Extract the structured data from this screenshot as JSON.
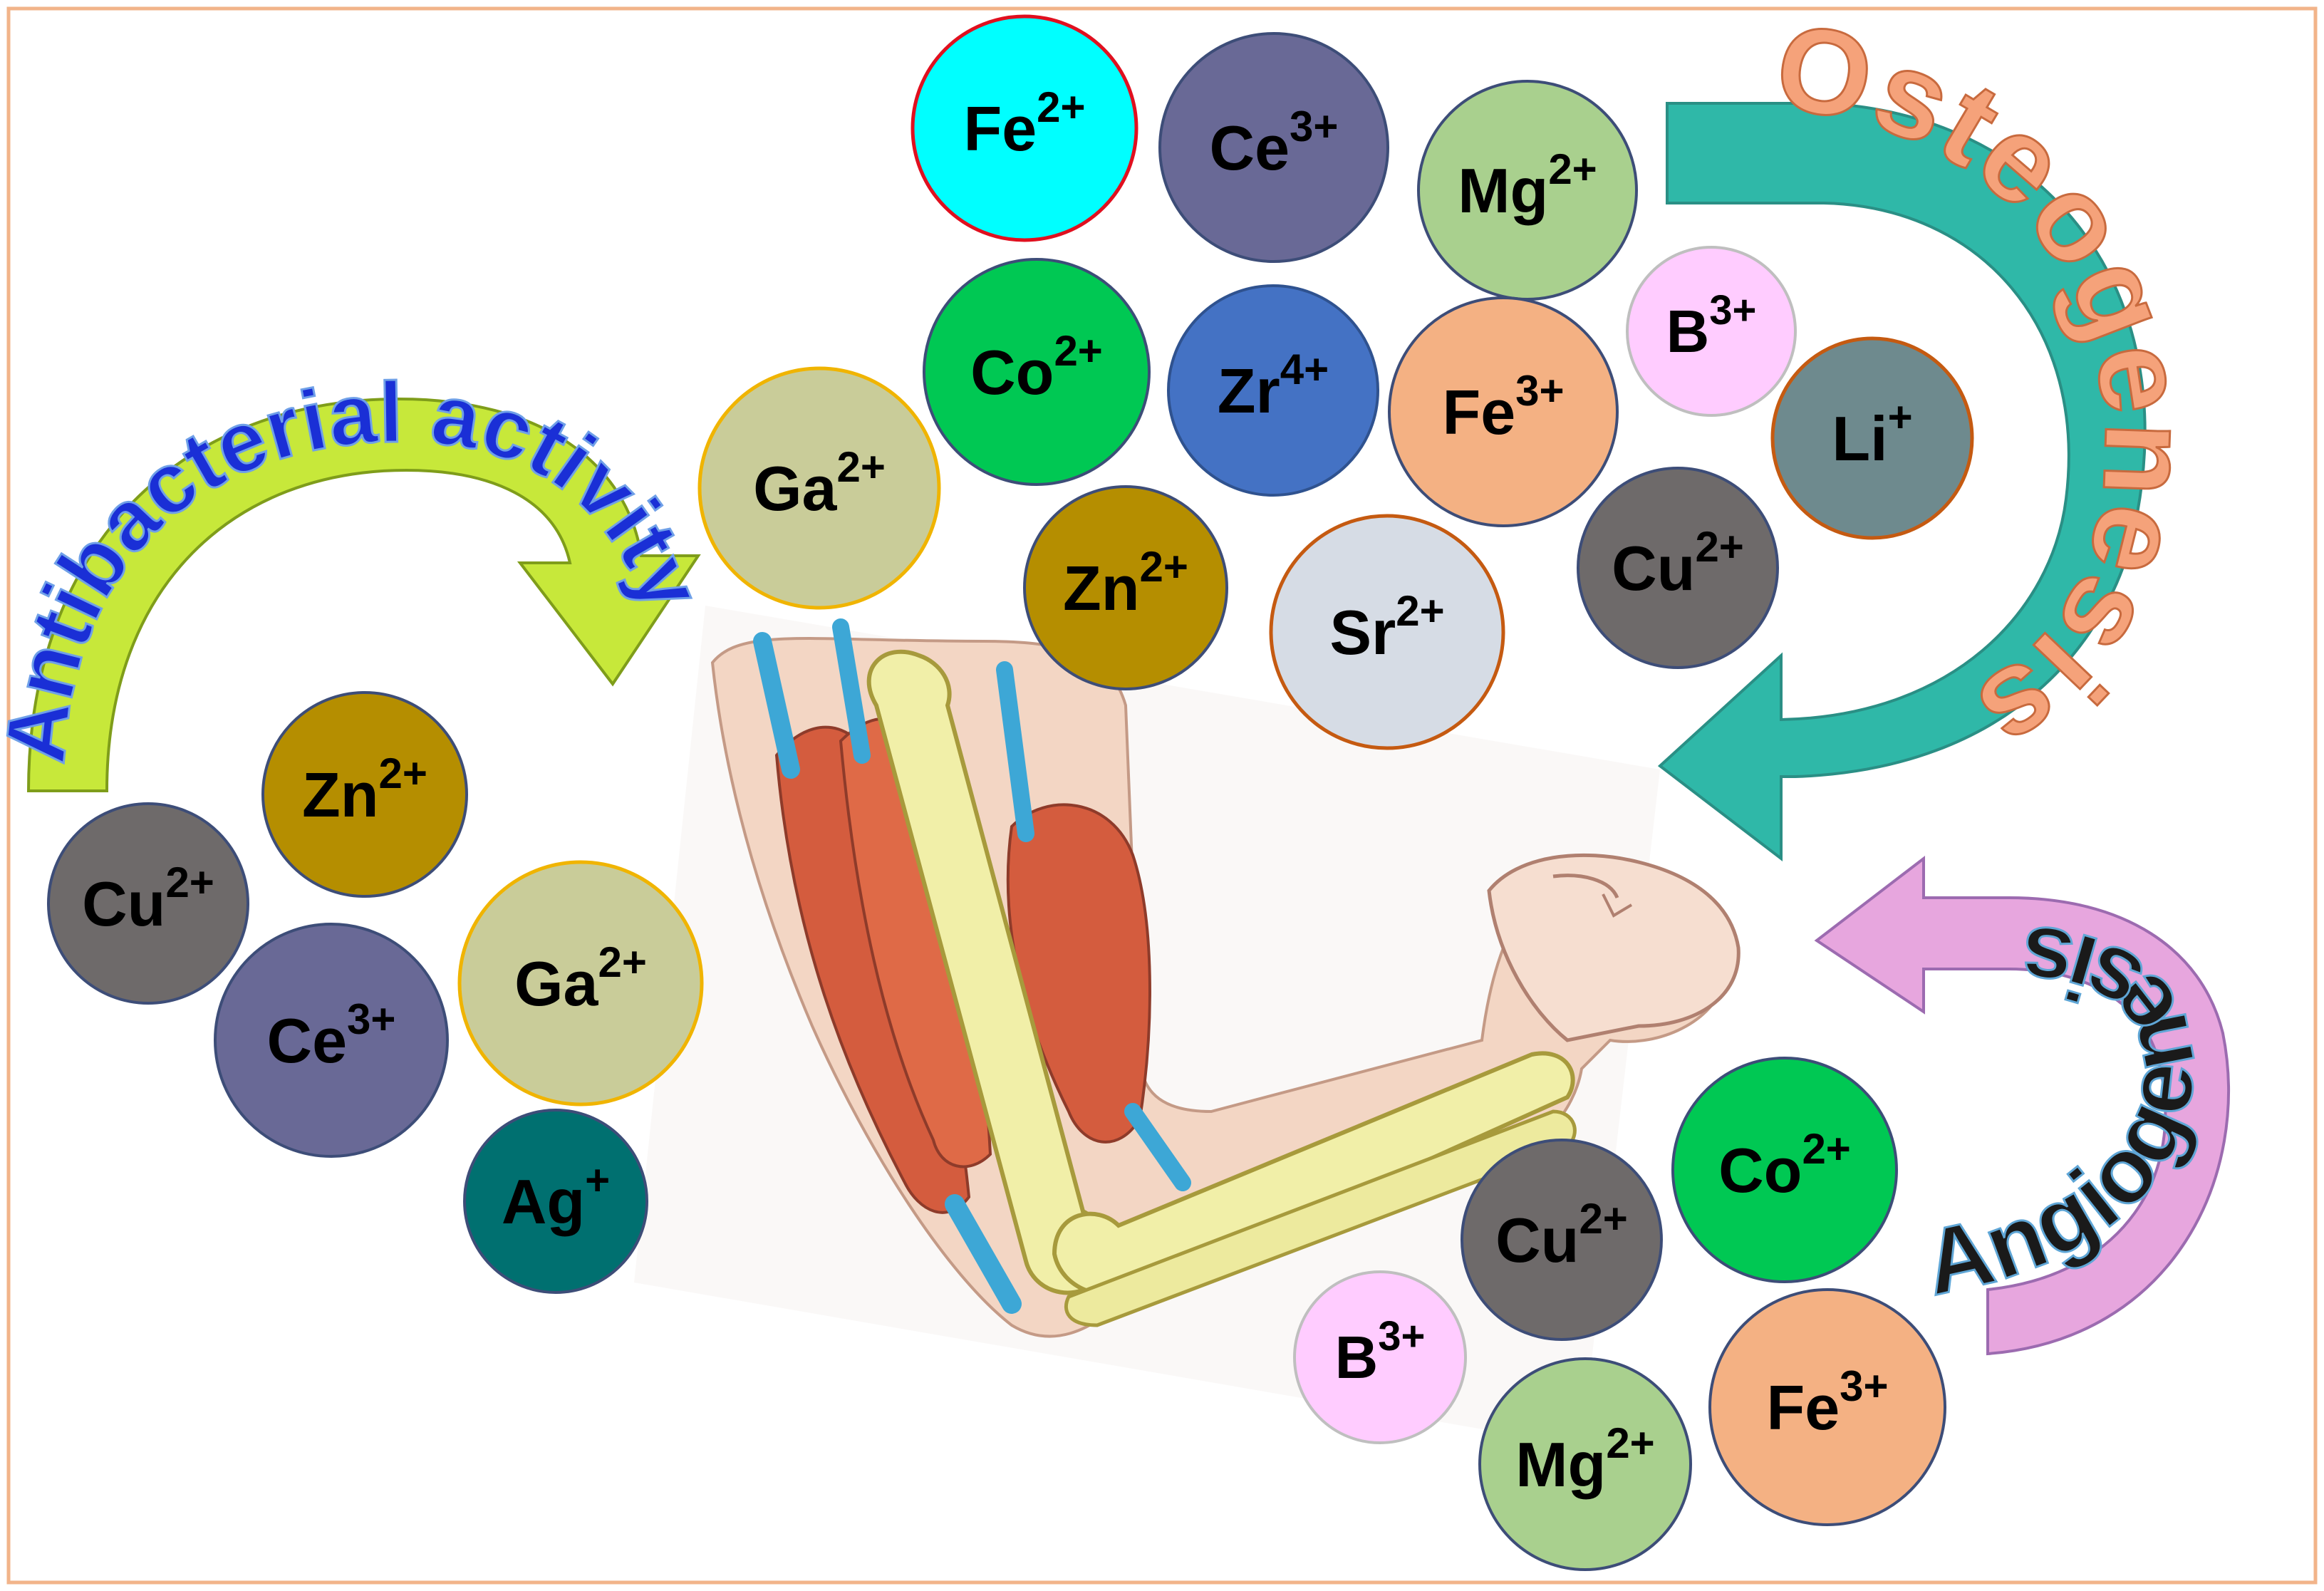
{
  "labels": {
    "antibacterial": "Antibacterial activity",
    "osteogenesis": "Osteogenesis",
    "angiogenesis": "Angiogenesis"
  },
  "colors": {
    "frame": "#F2B48A",
    "teal_arrow": "#2FB8A8",
    "lime_arrow": "#C7E83A",
    "pink_arrow": "#E7A6DE",
    "antibacterial_text": "#1A2FD6",
    "osteogenesis_text": "#F5A27A",
    "angiogenesis_text": "#1A1A1A"
  },
  "ion_groups": {
    "osteogenesis": [
      {
        "sym": "Fe",
        "charge": "2+",
        "fill": "#00FFFF",
        "stroke": "#E0101F"
      },
      {
        "sym": "Ce",
        "charge": "3+",
        "fill": "#696996",
        "stroke": "#3D4D78"
      },
      {
        "sym": "Mg",
        "charge": "2+",
        "fill": "#A9D08E",
        "stroke": "#3D4D78"
      },
      {
        "sym": "Co",
        "charge": "2+",
        "fill": "#00C853",
        "stroke": "#3D4D78"
      },
      {
        "sym": "Zr",
        "charge": "4+",
        "fill": "#4472C4",
        "stroke": "#2F528F"
      },
      {
        "sym": "Fe",
        "charge": "3+",
        "fill": "#F4B183",
        "stroke": "#3D4D78"
      },
      {
        "sym": "B",
        "charge": "3+",
        "fill": "#FFCCFF",
        "stroke": "#BFBFBF"
      },
      {
        "sym": "Li",
        "charge": "+",
        "fill": "#6E8A8E",
        "stroke": "#C55A11"
      },
      {
        "sym": "Ga",
        "charge": "2+",
        "fill": "#C9CC99",
        "stroke": "#F0B400"
      },
      {
        "sym": "Zn",
        "charge": "2+",
        "fill": "#B58E00",
        "stroke": "#3D4D78"
      },
      {
        "sym": "Sr",
        "charge": "2+",
        "fill": "#D6DCE5",
        "stroke": "#C55A11"
      },
      {
        "sym": "Cu",
        "charge": "2+",
        "fill": "#6E6A6A",
        "stroke": "#3D4D78"
      }
    ],
    "antibacterial": [
      {
        "sym": "Zn",
        "charge": "2+",
        "fill": "#B58E00",
        "stroke": "#3D4D78"
      },
      {
        "sym": "Cu",
        "charge": "2+",
        "fill": "#6E6A6A",
        "stroke": "#3D4D78"
      },
      {
        "sym": "Ga",
        "charge": "2+",
        "fill": "#C9CC99",
        "stroke": "#F0B400"
      },
      {
        "sym": "Ce",
        "charge": "3+",
        "fill": "#696996",
        "stroke": "#3D4D78"
      },
      {
        "sym": "Ag",
        "charge": "+",
        "fill": "#007070",
        "stroke": "#3D4D78"
      }
    ],
    "angiogenesis": [
      {
        "sym": "Co",
        "charge": "2+",
        "fill": "#00C853",
        "stroke": "#3D4D78"
      },
      {
        "sym": "Cu",
        "charge": "2+",
        "fill": "#6E6A6A",
        "stroke": "#3D4D78"
      },
      {
        "sym": "B",
        "charge": "3+",
        "fill": "#FFCCFF",
        "stroke": "#BFBFBF"
      },
      {
        "sym": "Mg",
        "charge": "2+",
        "fill": "#A9D08E",
        "stroke": "#3D4D78"
      },
      {
        "sym": "Fe",
        "charge": "3+",
        "fill": "#F4B183",
        "stroke": "#3D4D78"
      }
    ]
  },
  "illustration": {
    "subject": "arm-bones-muscles"
  }
}
